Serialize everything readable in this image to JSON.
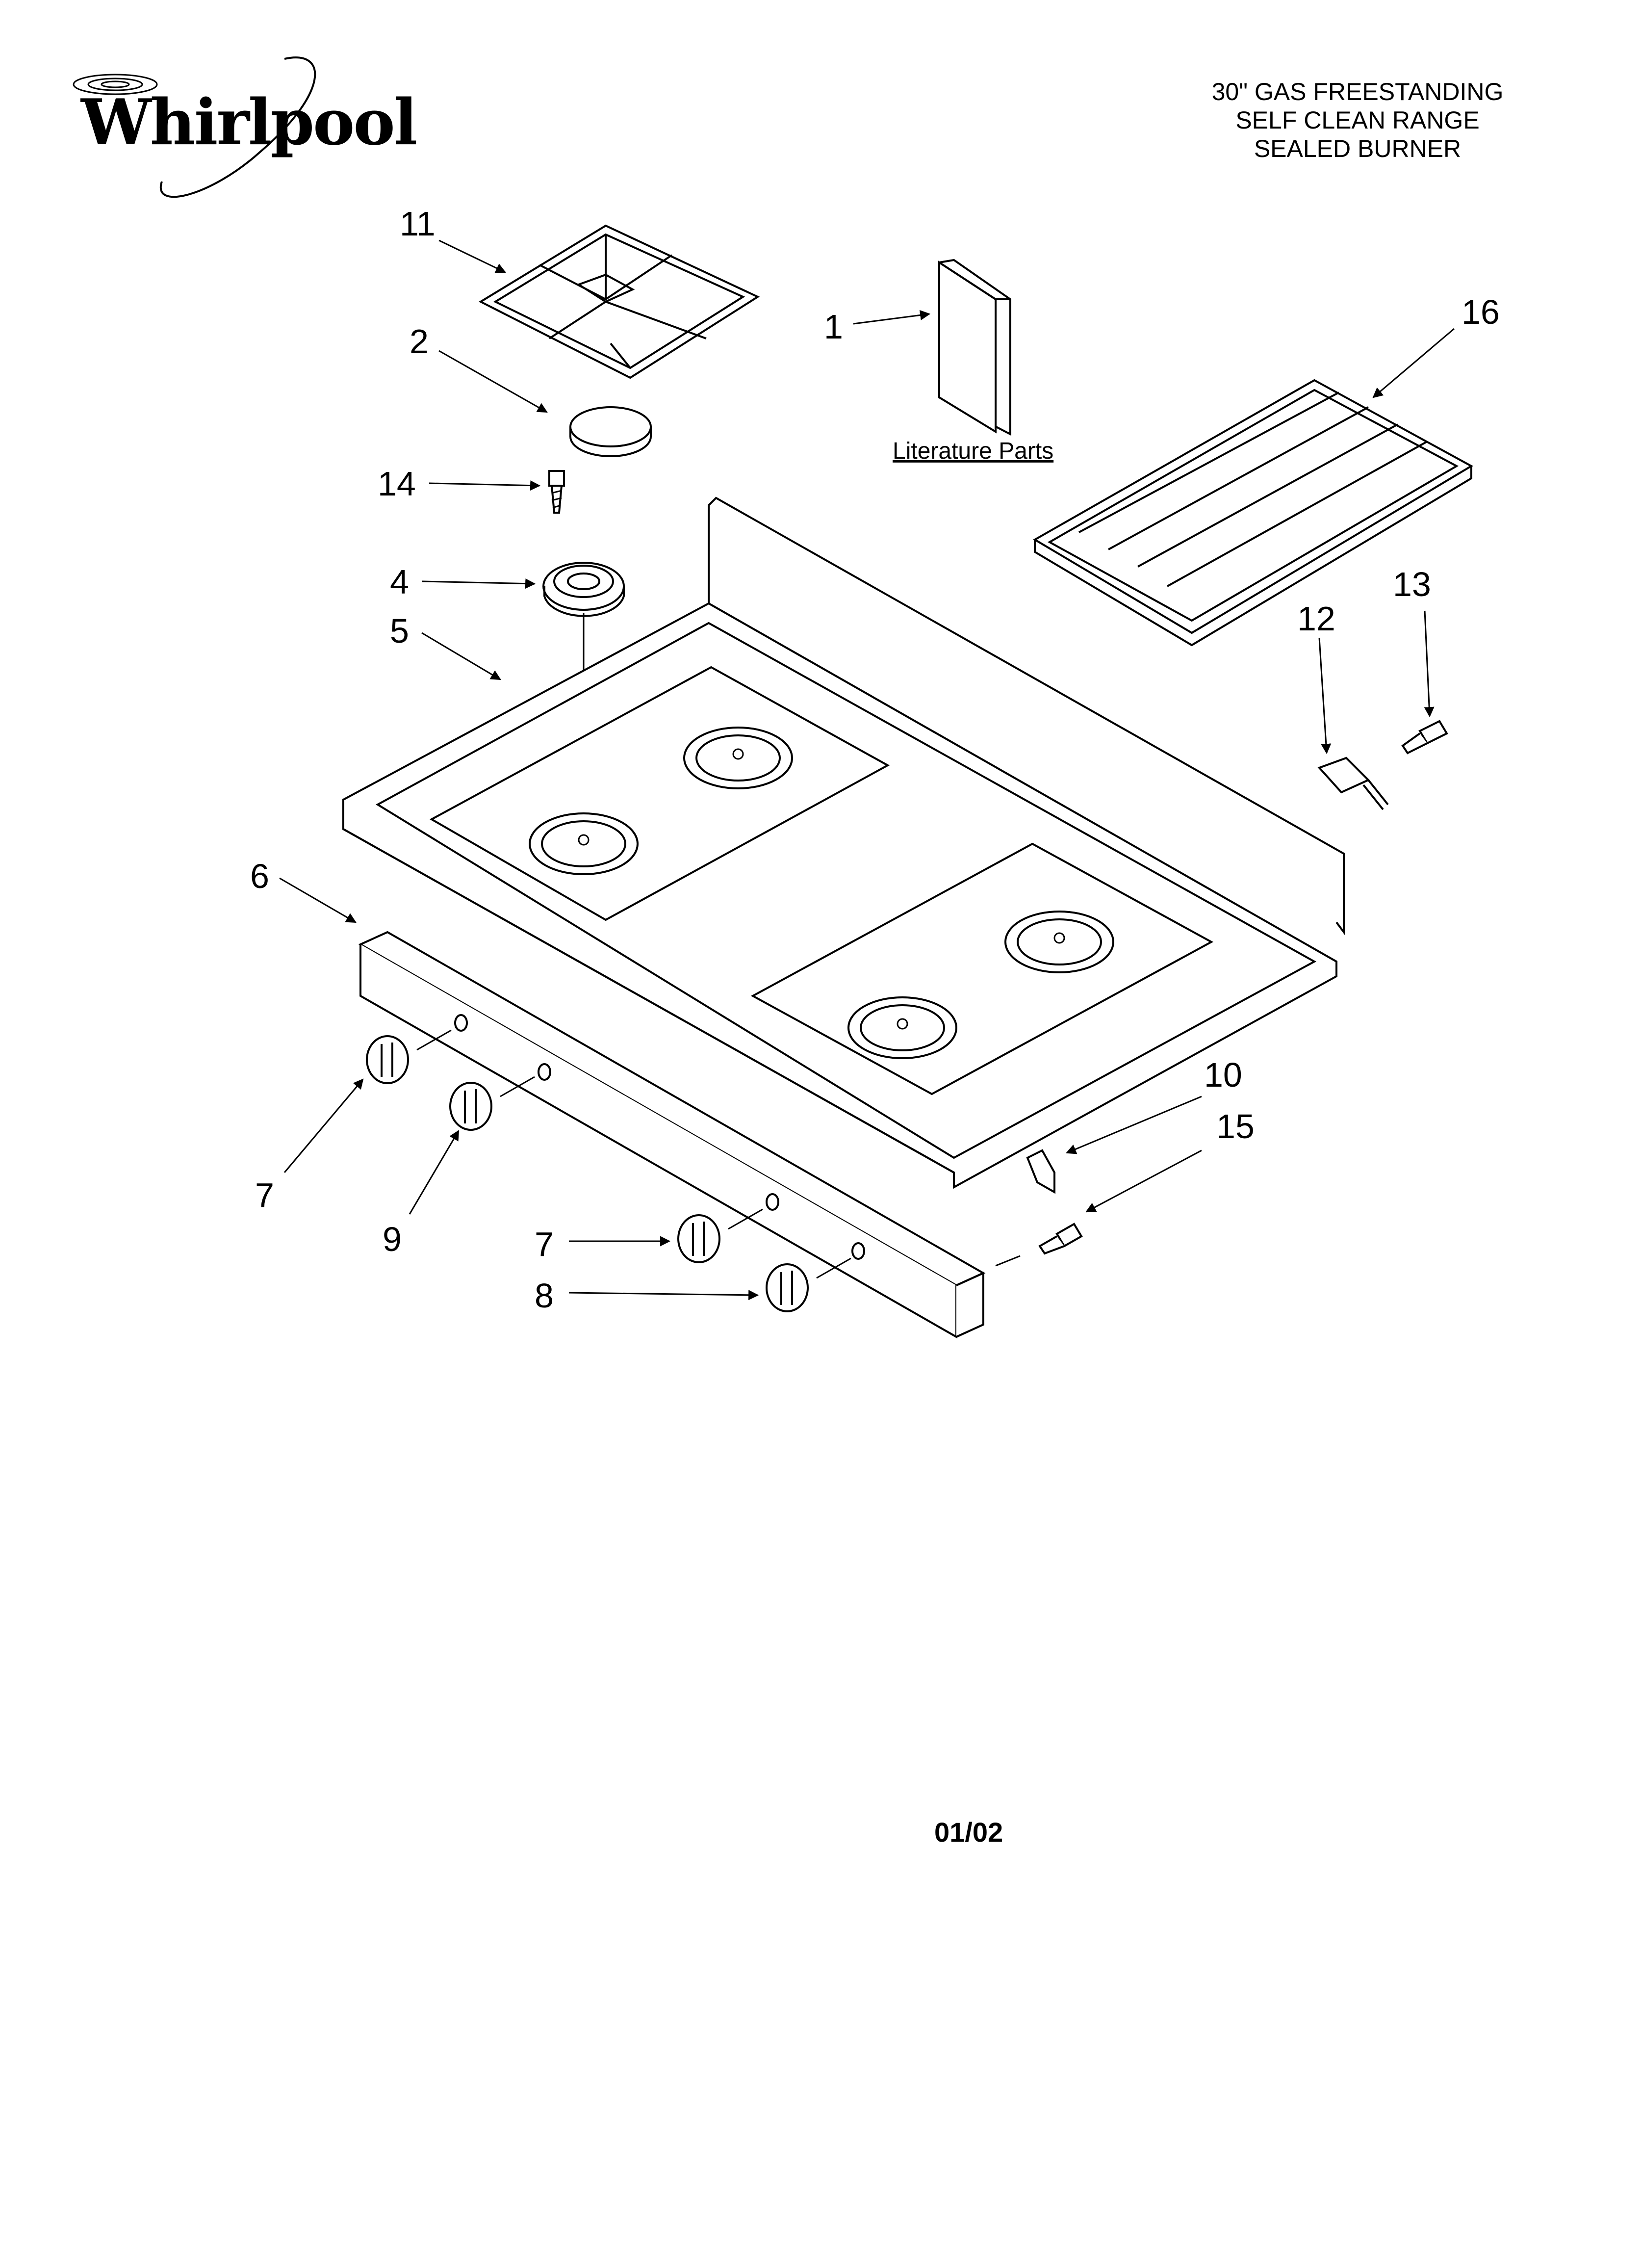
{
  "brand": {
    "name": "Whirlpool"
  },
  "header": {
    "line1": "30\" GAS FREESTANDING",
    "line2": "SELF CLEAN RANGE",
    "line3": "SEALED BURNER"
  },
  "literature_label": "Literature Parts",
  "callouts": {
    "c1": "1",
    "c2": "2",
    "c4": "4",
    "c5": "5",
    "c6": "6",
    "c7a": "7",
    "c7b": "7",
    "c8": "8",
    "c9": "9",
    "c10": "10",
    "c11": "11",
    "c12": "12",
    "c13": "13",
    "c14": "14",
    "c15": "15",
    "c16": "16"
  },
  "footer": {
    "date": "01/02"
  }
}
